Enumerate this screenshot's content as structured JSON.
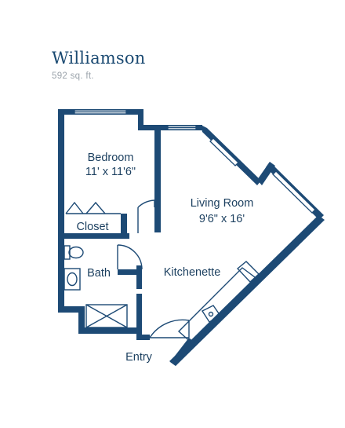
{
  "plan": {
    "name": "Williamson",
    "area": "592 sq. ft."
  },
  "rooms": {
    "bedroom": {
      "name": "Bedroom",
      "dims": "11' x 11'6\""
    },
    "living": {
      "name": "Living Room",
      "dims": "9'6\" x 16'"
    },
    "closet": {
      "name": "Closet"
    },
    "bath": {
      "name": "Bath"
    },
    "kitchenette": {
      "name": "Kitchenette"
    },
    "entry": {
      "name": "Entry"
    }
  },
  "colors": {
    "wall": "#1d4a75",
    "title": "#1b4a72",
    "subtitle": "#9ba3ab",
    "label": "#1b3f5f"
  }
}
